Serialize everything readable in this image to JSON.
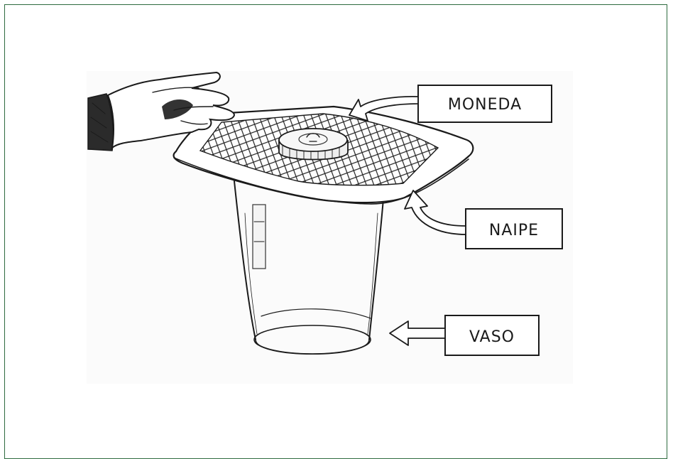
{
  "labels": {
    "coin": "MONEDA",
    "card": "NAIPE",
    "glass": "VASO"
  }
}
